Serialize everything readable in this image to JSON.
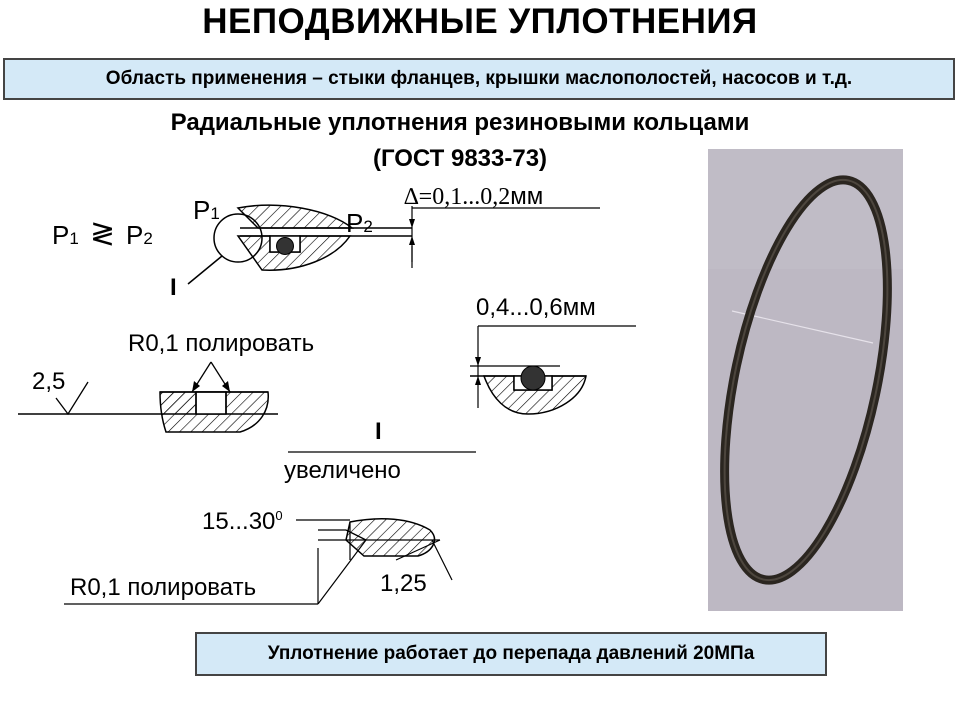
{
  "title": "НЕПОДВИЖНЫЕ УПЛОТНЕНИЯ",
  "banner": "Область применения – стыки фланцев, крышки маслополостей, насосов и т.д.",
  "subtitle_line1": "Радиальные уплотнения резиновыми кольцами",
  "subtitle_line2": "(ГОСТ 9833-73)",
  "labels": {
    "p1_main": "P",
    "p1_main_sub": "1",
    "compare_sign": "≷",
    "p2_main": "P",
    "p2_main_sub": "2",
    "p1_top": "P",
    "p1_top_sub": "1",
    "p2_top": "P",
    "p2_top_sub": "2",
    "detail_mark": "I",
    "gap_dim": "∆=0,1...0,2",
    "gap_unit": "мм",
    "depth_dim": "0,4...0,6мм",
    "polish_top": "R0,1 полировать",
    "roughness": "2,5",
    "detail_mark_2": "I",
    "enlarged": "увеличено",
    "angle": "15...30",
    "angle_unit": "0",
    "polish_bottom": "R0,1 полировать",
    "chamfer": "1,25"
  },
  "note": "Уплотнение работает до перепада давлений 20МПа",
  "colors": {
    "banner_bg": "#d4e9f7",
    "photo_bg": "#bdb8c3",
    "ring_color": "#2b2620"
  }
}
